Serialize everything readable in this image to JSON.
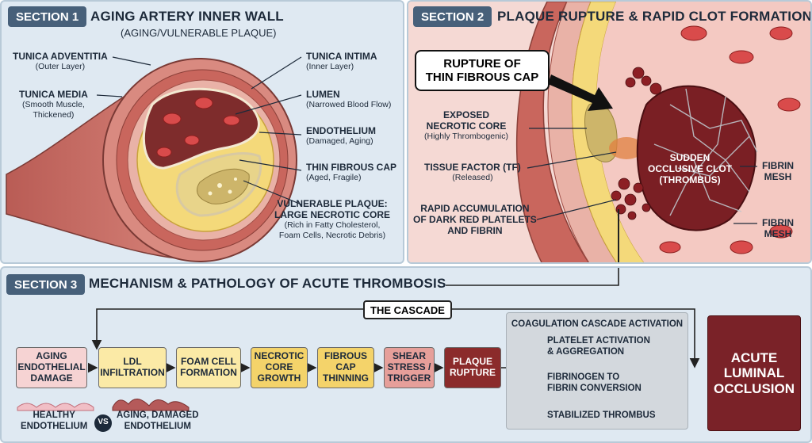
{
  "section1": {
    "tag": "SECTION 1",
    "title": "AGING ARTERY INNER WALL",
    "subtitle": "(AGING/VULNERABLE PLAQUE)",
    "labels": {
      "adventitia_title": "TUNICA ADVENTITIA",
      "adventitia_sub": "(Outer Layer)",
      "media_title": "TUNICA MEDIA",
      "media_sub1": "(Smooth Muscle,",
      "media_sub2": "Thickened)",
      "intima_title": "TUNICA INTIMA",
      "intima_sub": "(Inner Layer)",
      "lumen_title": "LUMEN",
      "lumen_sub": "(Narrowed Blood Flow)",
      "endothelium_title": "ENDOTHELIUM",
      "endothelium_sub": "(Damaged, Aging)",
      "cap_title": "THIN FIBROUS CAP",
      "cap_sub": "(Aged, Fragile)",
      "plaque_title1": "VULNERABLE PLAQUE:",
      "plaque_title2": "LARGE NECROTIC CORE",
      "plaque_sub1": "(Rich in Fatty Cholesterol,",
      "plaque_sub2": "Foam Cells, Necrotic Debris)"
    }
  },
  "section2": {
    "tag": "SECTION 2",
    "title": "PLAQUE RUPTURE & RAPID CLOT FORMATION",
    "callout1": "RUPTURE OF",
    "callout2": "THIN FIBROUS CAP",
    "labels": {
      "necrotic_title1": "EXPOSED",
      "necrotic_title2": "NECROTIC CORE",
      "necrotic_sub": "(Highly Thrombogenic)",
      "tf_title": "TISSUE FACTOR (TF)",
      "tf_sub": "(Released)",
      "platelet1": "RAPID ACCUMULATION",
      "platelet2": "OF DARK RED PLATELETS",
      "platelet3": "AND FIBRIN",
      "clot1": "SUDDEN",
      "clot2": "OCCLUSIVE CLOT",
      "clot3": "(THROMBUS)",
      "fibrin_a1": "FIBRIN",
      "fibrin_a2": "MESH",
      "fibrin_b1": "FIBRIN",
      "fibrin_b2": "MESH"
    }
  },
  "section3": {
    "tag": "SECTION 3",
    "title": "MECHANISM & PATHOLOGY OF ACUTE THROMBOSIS",
    "cascade_label": "THE CASCADE",
    "steps": [
      {
        "lines": [
          "AGING",
          "ENDOTHELIAL",
          "DAMAGE"
        ],
        "color": "#f6d3d3"
      },
      {
        "lines": [
          "LDL",
          "INFILTRATION"
        ],
        "color": "#fbeaa6"
      },
      {
        "lines": [
          "FOAM CELL",
          "FORMATION"
        ],
        "color": "#fbeaa6"
      },
      {
        "lines": [
          "NECROTIC",
          "CORE",
          "GROWTH"
        ],
        "color": "#f4d36a"
      },
      {
        "lines": [
          "FIBROUS",
          "CAP",
          "THINNING"
        ],
        "color": "#f4d36a"
      },
      {
        "lines": [
          "SHEAR",
          "STRESS /",
          "TRIGGER"
        ],
        "color": "#e69f9a"
      },
      {
        "lines": [
          "PLAQUE",
          "RUPTURE"
        ],
        "color": "#8b2b2b"
      }
    ],
    "coag_title": "COAGULATION CASCADE ACTIVATION",
    "coag_items": [
      {
        "l1": "PLATELET ACTIVATION",
        "l2": "& AGGREGATION"
      },
      {
        "l1": "FIBRINOGEN TO",
        "l2": "FIBRIN CONVERSION"
      },
      {
        "l1": "STABILIZED THROMBUS",
        "l2": ""
      }
    ],
    "final": [
      "ACUTE",
      "LUMINAL",
      "OCCLUSION"
    ],
    "healthy_label1": "HEALTHY",
    "healthy_label2": "ENDOTHELIUM",
    "vs": "VS",
    "aging_label1": "AGING, DAMAGED",
    "aging_label2": "ENDOTHELIUM"
  }
}
